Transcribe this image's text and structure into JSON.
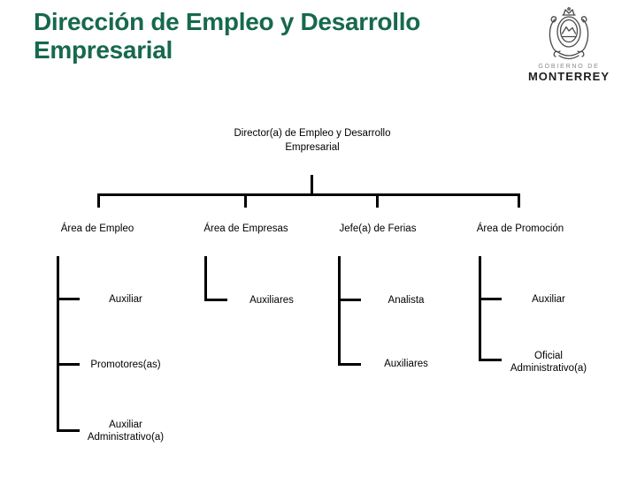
{
  "slide": {
    "title_line1": "Dirección de Empleo y Desarrollo",
    "title_line2": "Empresarial"
  },
  "logo": {
    "caption_top": "GOBIERNO DE",
    "caption_bottom": "MONTERREY"
  },
  "org_chart": {
    "root": {
      "line1": "Director(a) de Empleo y Desarrollo",
      "line2": "Empresarial"
    },
    "branches": [
      {
        "label": "Área de Empleo",
        "children": [
          "Auxiliar",
          "Promotores(as)",
          "Auxiliar Administrativo(a)"
        ]
      },
      {
        "label": "Área de Empresas",
        "children": [
          "Auxiliares"
        ]
      },
      {
        "label": "Jefe(a) de Ferias",
        "children": [
          "Analista",
          "Auxiliares"
        ]
      },
      {
        "label": "Área de Promoción",
        "children": [
          "Auxiliar",
          "Oficial Administrativo(a)"
        ]
      }
    ]
  },
  "colors": {
    "title_green": "#17694c",
    "connector_black": "#000000",
    "logo_gray": "#4a4a4a"
  }
}
